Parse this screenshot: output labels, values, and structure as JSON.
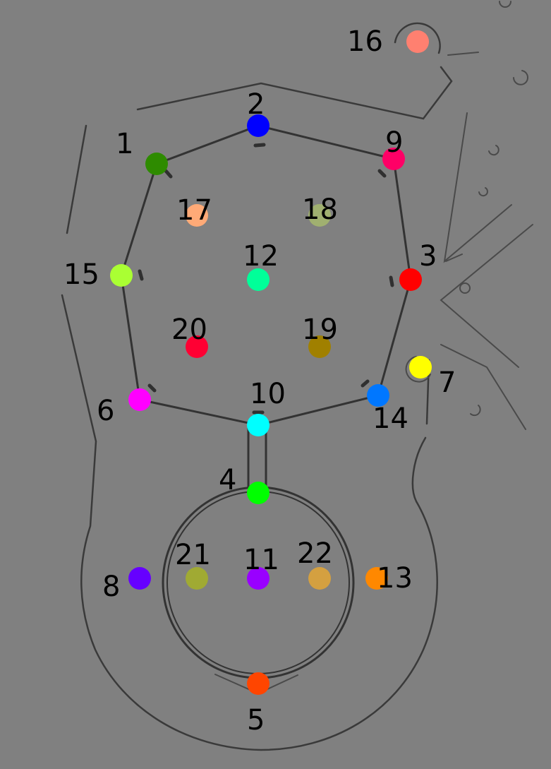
{
  "diagram": {
    "background_color": "#808080",
    "line_color": "#333333",
    "label_color": "#000000",
    "nodes": [
      {
        "id": "1",
        "label": "1",
        "color": "#2e8b00"
      },
      {
        "id": "2",
        "label": "2",
        "color": "#0000ff"
      },
      {
        "id": "3",
        "label": "3",
        "color": "#ff0000"
      },
      {
        "id": "4",
        "label": "4",
        "color": "#00ff00"
      },
      {
        "id": "5",
        "label": "5",
        "color": "#ff4500"
      },
      {
        "id": "6",
        "label": "6",
        "color": "#ff00ff"
      },
      {
        "id": "7",
        "label": "7",
        "color": "#ffff00"
      },
      {
        "id": "8",
        "label": "8",
        "color": "#6600ff"
      },
      {
        "id": "9",
        "label": "9",
        "color": "#ff0066"
      },
      {
        "id": "10",
        "label": "10",
        "color": "#00ffff"
      },
      {
        "id": "11",
        "label": "11",
        "color": "#9900ff"
      },
      {
        "id": "12",
        "label": "12",
        "color": "#00ff99"
      },
      {
        "id": "13",
        "label": "13",
        "color": "#ff8800"
      },
      {
        "id": "14",
        "label": "14",
        "color": "#0077ff"
      },
      {
        "id": "15",
        "label": "15",
        "color": "#aaff33"
      },
      {
        "id": "16",
        "label": "16",
        "color": "#ff8070"
      },
      {
        "id": "17",
        "label": "17",
        "color": "#ffaa77"
      },
      {
        "id": "18",
        "label": "18",
        "color": "#a0b070"
      },
      {
        "id": "19",
        "label": "19",
        "color": "#a08000"
      },
      {
        "id": "20",
        "label": "20",
        "color": "#ff0033"
      },
      {
        "id": "21",
        "label": "21",
        "color": "#a0aa33"
      },
      {
        "id": "22",
        "label": "22",
        "color": "#d4a040"
      }
    ]
  }
}
